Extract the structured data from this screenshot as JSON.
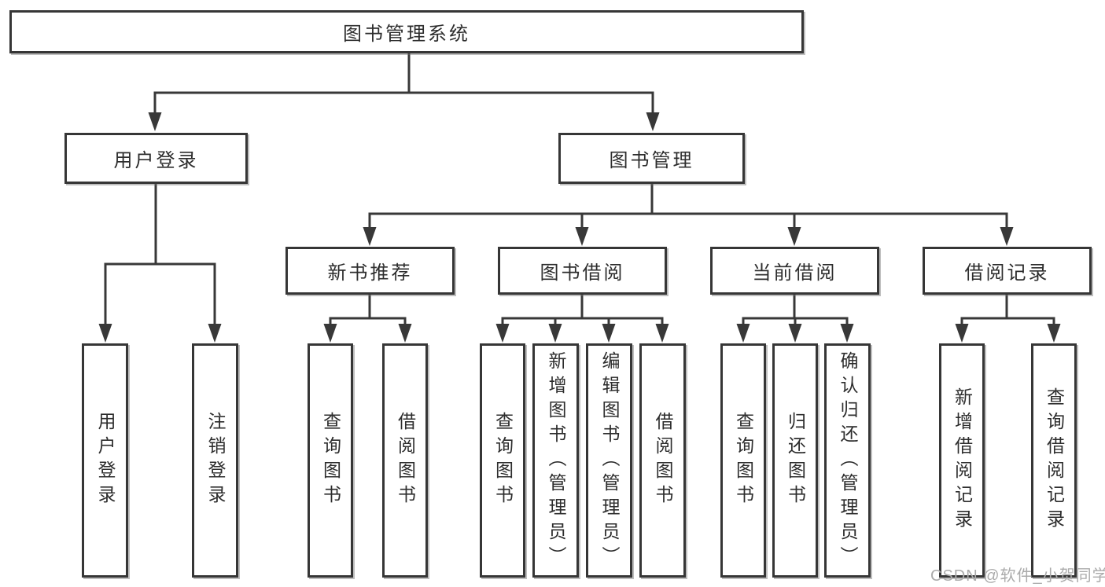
{
  "diagram": {
    "root": {
      "label": "图书管理系统"
    },
    "branches": [
      {
        "label": "用户登录",
        "children": [
          {
            "label": "用户登录"
          },
          {
            "label": "注销登录"
          }
        ]
      },
      {
        "label": "图书管理",
        "children": [
          {
            "label": "新书推荐",
            "children": [
              {
                "label": "查询图书"
              },
              {
                "label": "借阅图书"
              }
            ]
          },
          {
            "label": "图书借阅",
            "children": [
              {
                "label": "查询图书"
              },
              {
                "label": "新增图书（管理员）"
              },
              {
                "label": "编辑图书（管理员）"
              },
              {
                "label": "借阅图书"
              }
            ]
          },
          {
            "label": "当前借阅",
            "children": [
              {
                "label": "查询图书"
              },
              {
                "label": "归还图书"
              },
              {
                "label": "确认归还（管理员）"
              }
            ]
          },
          {
            "label": "借阅记录",
            "children": [
              {
                "label": "新增借阅记录"
              },
              {
                "label": "查询借阅记录"
              }
            ]
          }
        ]
      }
    ]
  },
  "watermark": {
    "text": "CSDN @软件_小贺同学"
  },
  "colors": {
    "line": "#383838",
    "box_border": "#363636",
    "text": "#2d2d2d",
    "watermark": "#ababab",
    "background": "#ffffff"
  }
}
